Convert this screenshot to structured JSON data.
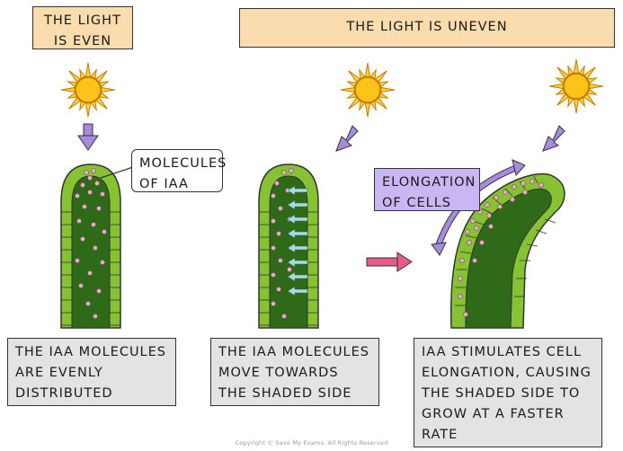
{
  "labels": {
    "light_even": "THE LIGHT\nIS EVEN",
    "light_uneven": "THE LIGHT IS UNEVEN",
    "molecules": "MOLECULES\nOF IAA",
    "elongation": "ELONGATION\nOF CELLS"
  },
  "captions": {
    "even": "THE IAA MOLECULES\nARE EVENLY\nDISTRIBUTED",
    "move": "THE IAA MOLECULES\nMOVE TOWARDS\nTHE SHADED SIDE",
    "stimulate": "IAA STIMULATES CELL\nELONGATION, CAUSING\nTHE SHADED SIDE TO\nGROW AT A FASTER\nRATE"
  },
  "copyright": "Copyright © Save My Exams. All Rights Reserved",
  "colors": {
    "sun": "#fcc419",
    "sun_outline": "#c77a00",
    "arrow_purple": "#a78bdf",
    "stem_light_green": "#86c232",
    "stem_dark_green": "#2f6a18",
    "iaa_pink": "#f4a5c8",
    "flow_arrow_blue": "#a8d8f0",
    "pink_arrow": "#e85a8a"
  }
}
